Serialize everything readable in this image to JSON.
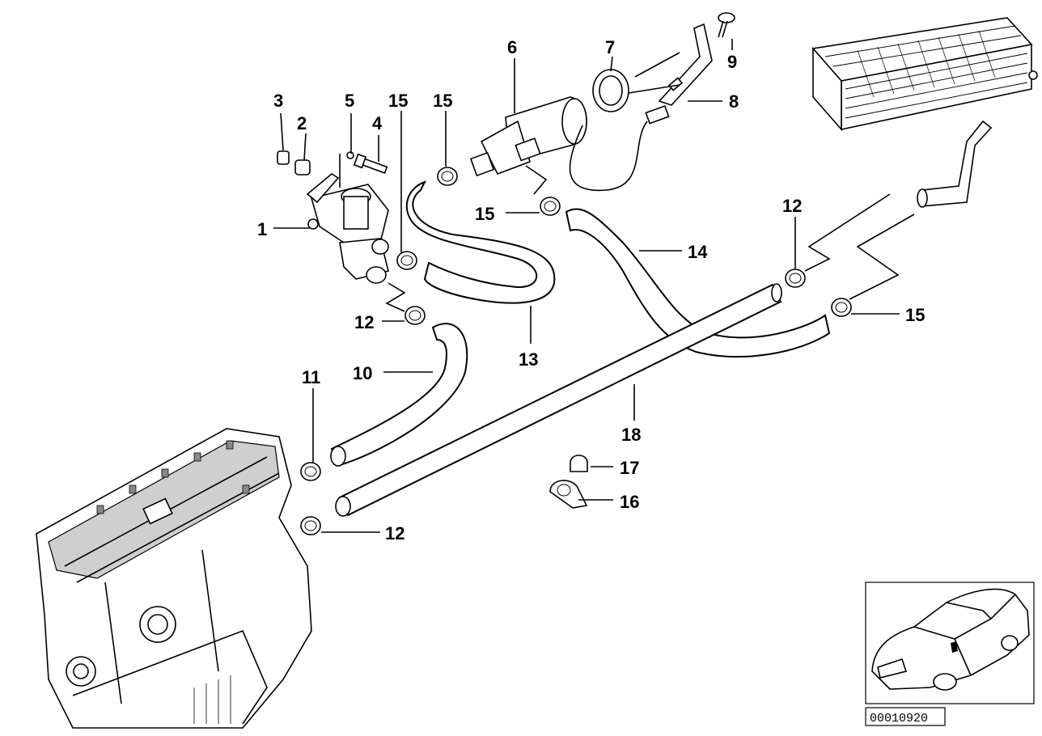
{
  "callouts": [
    {
      "id": "1",
      "label": "1"
    },
    {
      "id": "2",
      "label": "2"
    },
    {
      "id": "3",
      "label": "3"
    },
    {
      "id": "4",
      "label": "4"
    },
    {
      "id": "5",
      "label": "5"
    },
    {
      "id": "6",
      "label": "6"
    },
    {
      "id": "7",
      "label": "7"
    },
    {
      "id": "8",
      "label": "8"
    },
    {
      "id": "9",
      "label": "9"
    },
    {
      "id": "10",
      "label": "10"
    },
    {
      "id": "11",
      "label": "11"
    },
    {
      "id": "12a",
      "label": "12"
    },
    {
      "id": "12b",
      "label": "12"
    },
    {
      "id": "12c",
      "label": "12"
    },
    {
      "id": "13",
      "label": "13"
    },
    {
      "id": "14",
      "label": "14"
    },
    {
      "id": "15a",
      "label": "15"
    },
    {
      "id": "15b",
      "label": "15"
    },
    {
      "id": "15c",
      "label": "15"
    },
    {
      "id": "15d",
      "label": "15"
    },
    {
      "id": "16",
      "label": "16"
    },
    {
      "id": "17",
      "label": "17"
    },
    {
      "id": "18",
      "label": "18"
    }
  ],
  "reference": {
    "code": "00010920"
  }
}
